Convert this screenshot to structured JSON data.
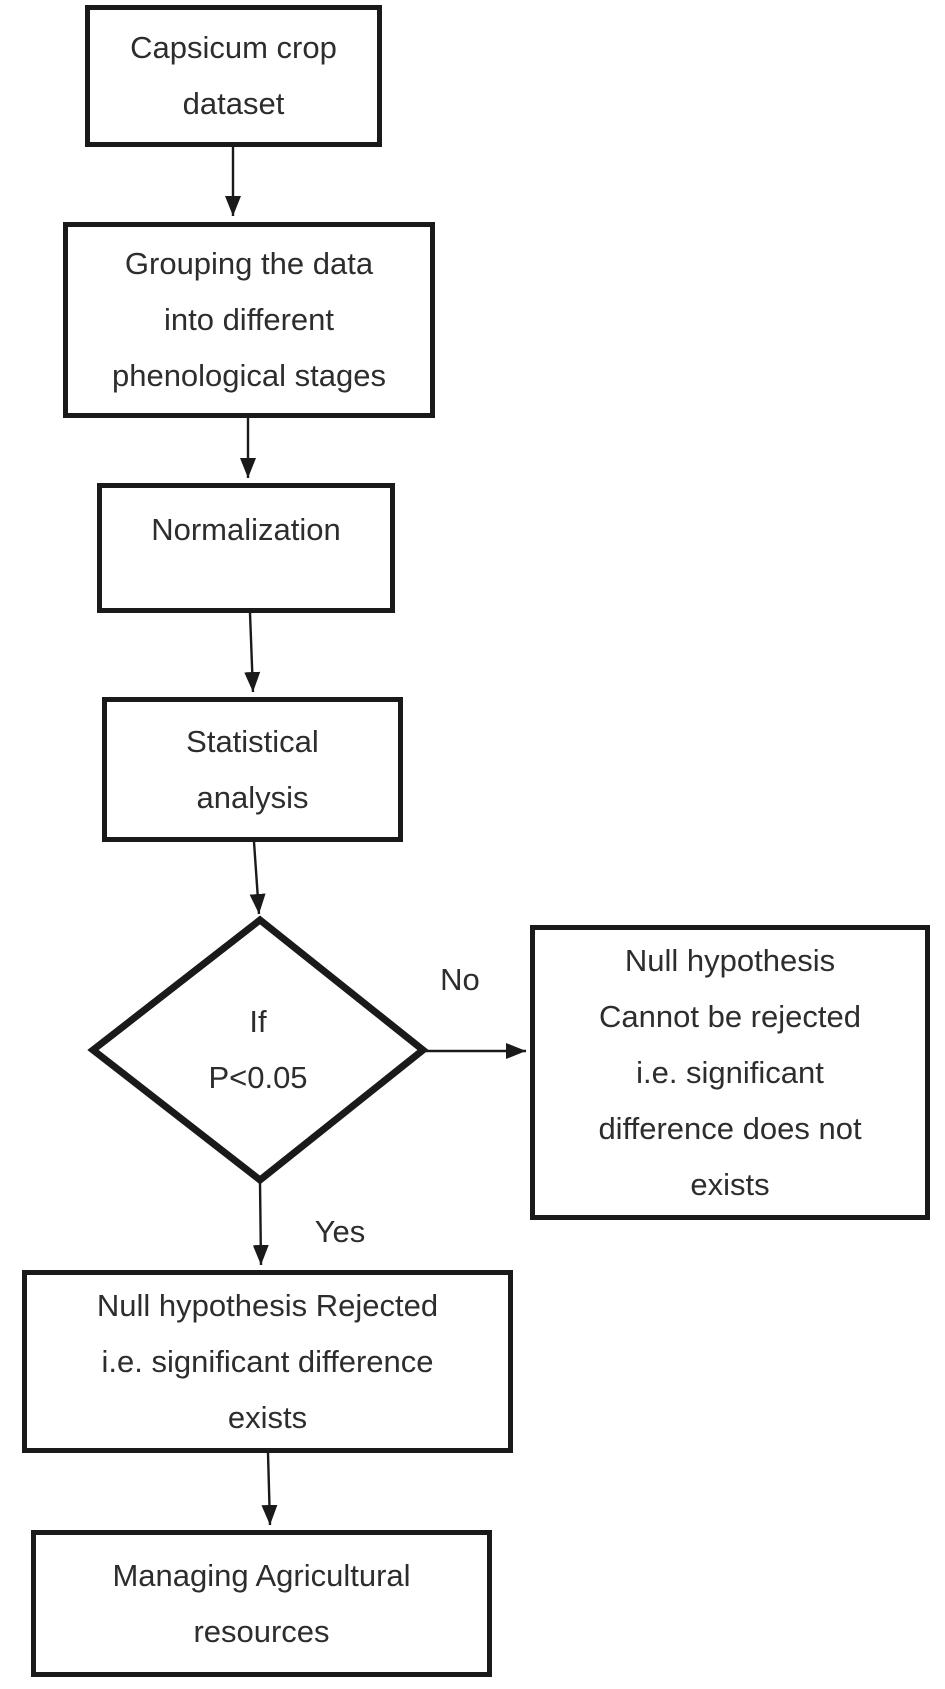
{
  "colors": {
    "background": "#ffffff",
    "line": "#1a1a1a",
    "text": "#2d2d2d"
  },
  "nodes": {
    "dataset": {
      "shape": "rect",
      "label": "Capsicum crop\ndataset"
    },
    "grouping": {
      "shape": "rect",
      "label": "Grouping the data\ninto different\nphenological stages"
    },
    "normalization": {
      "shape": "rect",
      "label": "Normalization"
    },
    "statistical_analysis": {
      "shape": "rect",
      "label": "Statistical\nanalysis"
    },
    "decision": {
      "shape": "diamond",
      "label": "If\nP<0.05"
    },
    "null_not_rejected": {
      "shape": "rect",
      "label": "Null hypothesis\nCannot be rejected\ni.e. significant\ndifference does not\nexists"
    },
    "null_rejected": {
      "shape": "rect",
      "label": "Null hypothesis Rejected\ni.e. significant difference\nexists"
    },
    "managing_resources": {
      "shape": "rect",
      "label": "Managing Agricultural\nresources"
    }
  },
  "edges": [
    {
      "from": "dataset",
      "to": "grouping",
      "label": ""
    },
    {
      "from": "grouping",
      "to": "normalization",
      "label": ""
    },
    {
      "from": "normalization",
      "to": "statistical_analysis",
      "label": ""
    },
    {
      "from": "statistical_analysis",
      "to": "decision",
      "label": ""
    },
    {
      "from": "decision",
      "to": "null_not_rejected",
      "label": "No"
    },
    {
      "from": "decision",
      "to": "null_rejected",
      "label": "Yes"
    },
    {
      "from": "null_rejected",
      "to": "managing_resources",
      "label": ""
    }
  ]
}
